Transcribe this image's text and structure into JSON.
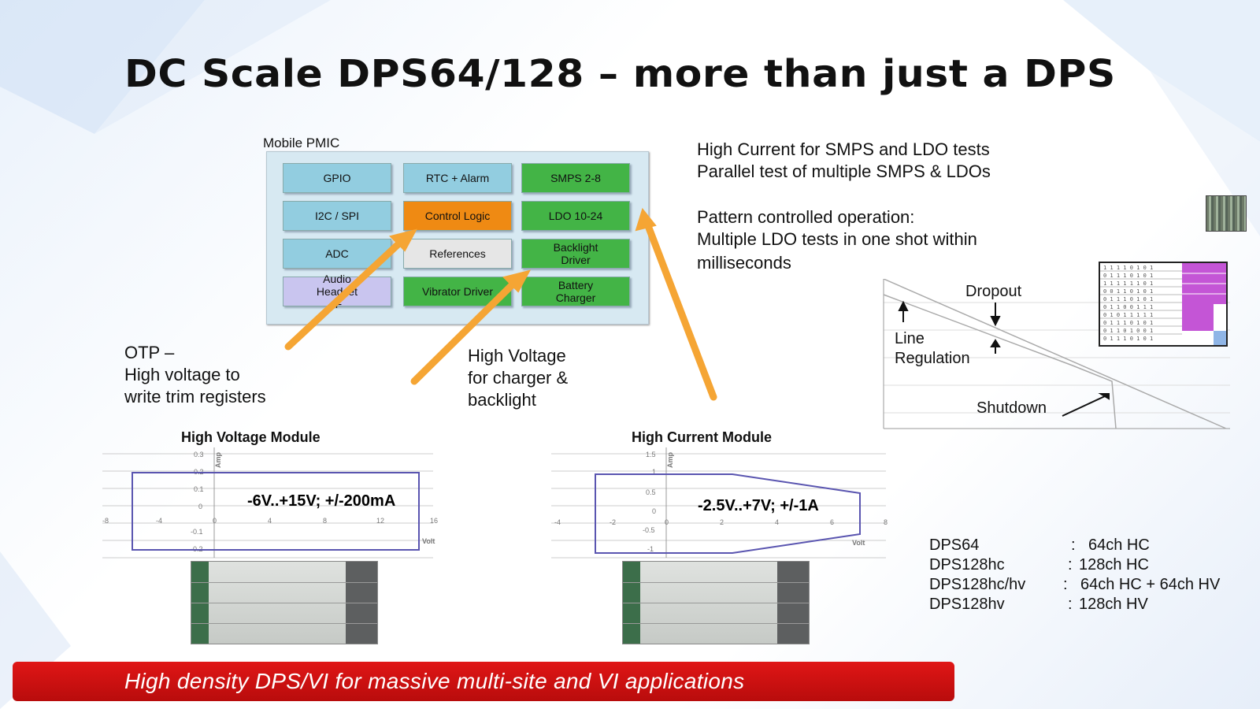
{
  "slide": {
    "title": "DC Scale DPS64/128 – more than just a DPS",
    "pmic": {
      "label": "Mobile PMIC",
      "blocks": {
        "gpio": "GPIO",
        "rtc": "RTC + Alarm",
        "smps": "SMPS 2-8",
        "i2c": "I2C / SPI",
        "control": "Control Logic",
        "ldo": "LDO 10-24",
        "adc": "ADC",
        "references": "References",
        "backlight": "Backlight Driver",
        "audio": "Audio Headset IF",
        "vibrator": "Vibrator Driver",
        "battery": "Battery Charger"
      }
    },
    "feature_text": {
      "line1": "High Current for SMPS and LDO tests",
      "line2": "Parallel test of multiple SMPS & LDOs",
      "line3": "Pattern controlled operation:",
      "line4": "Multiple LDO tests in one shot within",
      "line5": "milliseconds"
    },
    "otp_text": {
      "l1": "OTP –",
      "l2": "High voltage to",
      "l3": "write trim registers"
    },
    "hv_charger_text": {
      "l1": "High Voltage",
      "l2": "for charger &",
      "l3": "backlight"
    },
    "ldo_chart": {
      "dropout": "Dropout",
      "line": "Line",
      "regulation": "Regulation",
      "shutdown": "Shutdown"
    },
    "hv_module": {
      "title": "High Voltage Module",
      "spec": "-6V..+15V; +/-200mA",
      "y_unit": "Amp",
      "x_unit": "Volt",
      "x_ticks": [
        "-8",
        "-4",
        "0",
        "4",
        "8",
        "12",
        "16"
      ],
      "y_ticks": [
        "0.3",
        "0.2",
        "0.1",
        "0",
        "-0.1",
        "-0.2"
      ]
    },
    "hc_module": {
      "title": "High Current Module",
      "spec": "-2.5V..+7V; +/-1A",
      "y_unit": "Amp",
      "x_unit": "Volt",
      "x_ticks": [
        "-4",
        "-2",
        "0",
        "2",
        "4",
        "6",
        "8"
      ],
      "y_ticks": [
        "1.5",
        "1",
        "0.5",
        "0",
        "-0.5",
        "-1"
      ]
    },
    "specs": [
      {
        "name": "DPS64",
        "sep": ":",
        "value": "64ch HC"
      },
      {
        "name": "DPS128hc",
        "sep": ":",
        "value": "128ch HC"
      },
      {
        "name": "DPS128hc/hv",
        "sep": ":",
        "value": "64ch HC + 64ch HV"
      },
      {
        "name": "DPS128hv",
        "sep": ":",
        "value": "128ch HV"
      }
    ],
    "banner": "High density DPS/VI for massive multi-site and VI applications",
    "colors": {
      "banner": "#d31010",
      "arrow": "#f5a534",
      "module_box": "#5a55b0"
    }
  }
}
